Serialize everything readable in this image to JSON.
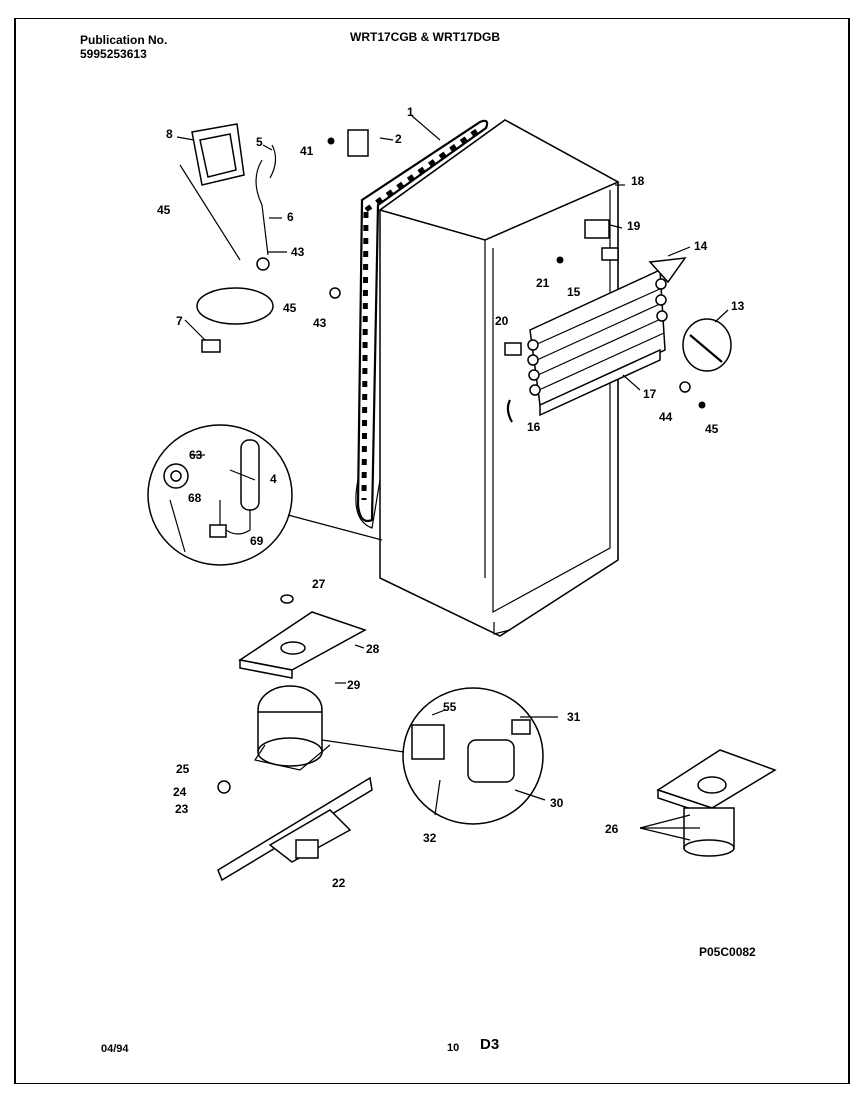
{
  "header": {
    "publication_label": "Publication No.",
    "publication_number": "5995253613",
    "models": "WRT17CGB & WRT17DGB"
  },
  "callouts": [
    "1",
    "2",
    "4",
    "5",
    "6",
    "7",
    "8",
    "13",
    "14",
    "15",
    "16",
    "17",
    "18",
    "19",
    "20",
    "21",
    "22",
    "23",
    "24",
    "25",
    "26",
    "27",
    "28",
    "29",
    "30",
    "31",
    "32",
    "41",
    "43",
    "43",
    "44",
    "45",
    "45",
    "45",
    "55",
    "63",
    "68",
    "69"
  ],
  "footer": {
    "diagram_id": "P05C0082",
    "date": "04/94",
    "page_number": "10",
    "section": "D3"
  }
}
